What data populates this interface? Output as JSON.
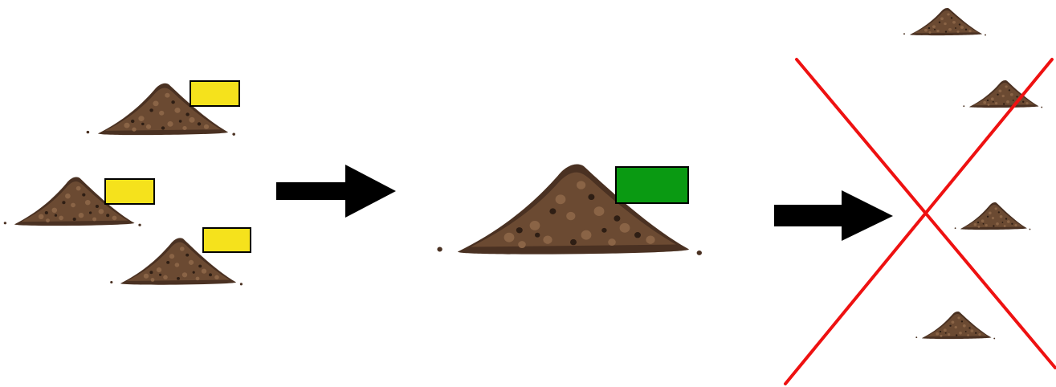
{
  "colors": {
    "background": "#ffffff",
    "soil_dark": "#3f2a1c",
    "soil_mid": "#6b4a32",
    "soil_light": "#9a7655",
    "tag_yellow": "#f5e21c",
    "tag_green": "#0a9a12",
    "arrow": "#000000",
    "cross": "#ee1111"
  },
  "stages": [
    {
      "name": "source-piles",
      "pile_count": 3,
      "tag_color": "yellow"
    },
    {
      "name": "merged-pile",
      "pile_count": 1,
      "tag_color": "green"
    },
    {
      "name": "scattered-piles",
      "pile_count": 4,
      "crossed_out": true
    }
  ],
  "icons": [
    "soil-pile-icon",
    "right-arrow-icon",
    "red-x-icon",
    "label-tag-icon"
  ]
}
